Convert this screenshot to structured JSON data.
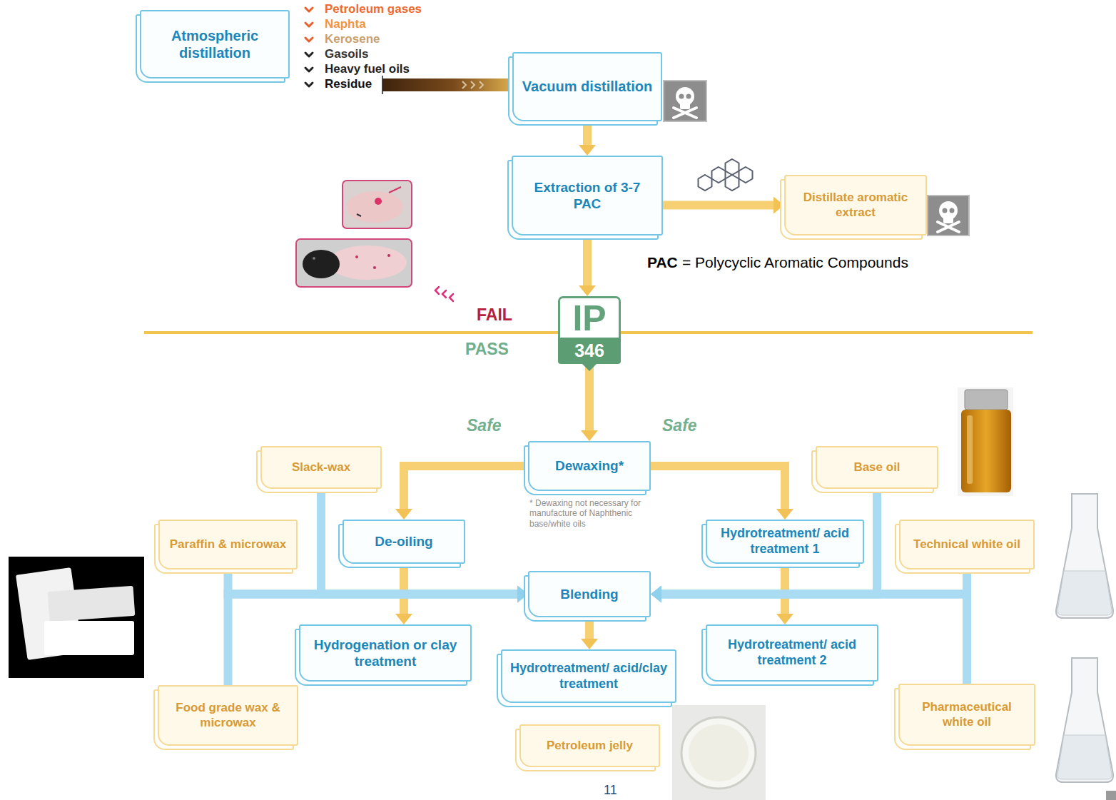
{
  "diagram": {
    "nodes": [
      {
        "text": [
          "Atmospheric distillation"
        ]
      },
      {
        "text": [
          "Vacuum distillation"
        ]
      },
      {
        "text": [
          "Extraction of 3-7 PAC"
        ]
      },
      {
        "text": [
          "Distillate aromatic extract"
        ]
      },
      {
        "text": [
          "IP",
          "346"
        ]
      },
      {
        "text": [
          "Slack-wax"
        ]
      },
      {
        "text": [
          "Dewaxing*"
        ]
      },
      {
        "text": [
          "Base oil"
        ]
      },
      {
        "text": [
          "Paraffin & microwax"
        ]
      },
      {
        "text": [
          "De-oiling"
        ]
      },
      {
        "text": [
          "Hydrotreatment/ acid treatment 1"
        ]
      },
      {
        "text": [
          "Technical white oil"
        ]
      },
      {
        "text": [
          "Blending"
        ]
      },
      {
        "text": [
          "Hydrogenation or clay treatment"
        ]
      },
      {
        "text": [
          "Hydrotreatment/ acid/clay treatment"
        ]
      },
      {
        "text": [
          "Hydrotreatment/ acid treatment 2"
        ]
      },
      {
        "text": [
          "Food grade wax & microwax"
        ]
      },
      {
        "text": [
          "Pharmaceutical white oil"
        ]
      },
      {
        "text": [
          "Petroleum jelly"
        ]
      }
    ],
    "edges": [
      {
        "from": 1,
        "to": 2,
        "arrow": "to"
      },
      {
        "from": 2,
        "to": 3,
        "arrow": "to"
      },
      {
        "from": 2,
        "to": 4,
        "arrow": "to"
      },
      {
        "from": 4,
        "to": 6,
        "arrow": "to"
      },
      {
        "from": 6,
        "to": 9,
        "arrow": "to"
      },
      {
        "from": 6,
        "to": 10,
        "arrow": "to"
      },
      {
        "from": 9,
        "to": 13,
        "arrow": "to"
      },
      {
        "from": 10,
        "to": 15,
        "arrow": "to"
      },
      {
        "from": 12,
        "to": 14,
        "arrow": "to"
      },
      {
        "from": 8,
        "to": 12,
        "arrow": "to"
      },
      {
        "from": 5,
        "to": 12,
        "arrow": "to"
      },
      {
        "from": 16,
        "to": 12,
        "arrow": "to"
      },
      {
        "from": 7,
        "to": 12,
        "arrow": "to"
      },
      {
        "from": 11,
        "to": 12,
        "arrow": "to"
      },
      {
        "from": 17,
        "to": 12,
        "arrow": "to"
      }
    ],
    "labels": [
      "Petroleum gases",
      "Naphta",
      "Kerosene",
      "Gasoils",
      "Heavy fuel oils",
      "Residue",
      "PAC",
      "= Polycyclic Aromatic Compounds",
      "FAIL",
      "PASS",
      "Safe",
      "Safe",
      "* Dewaxing not necessary for manufacture of Naphthenic base/white oils",
      "11"
    ]
  }
}
